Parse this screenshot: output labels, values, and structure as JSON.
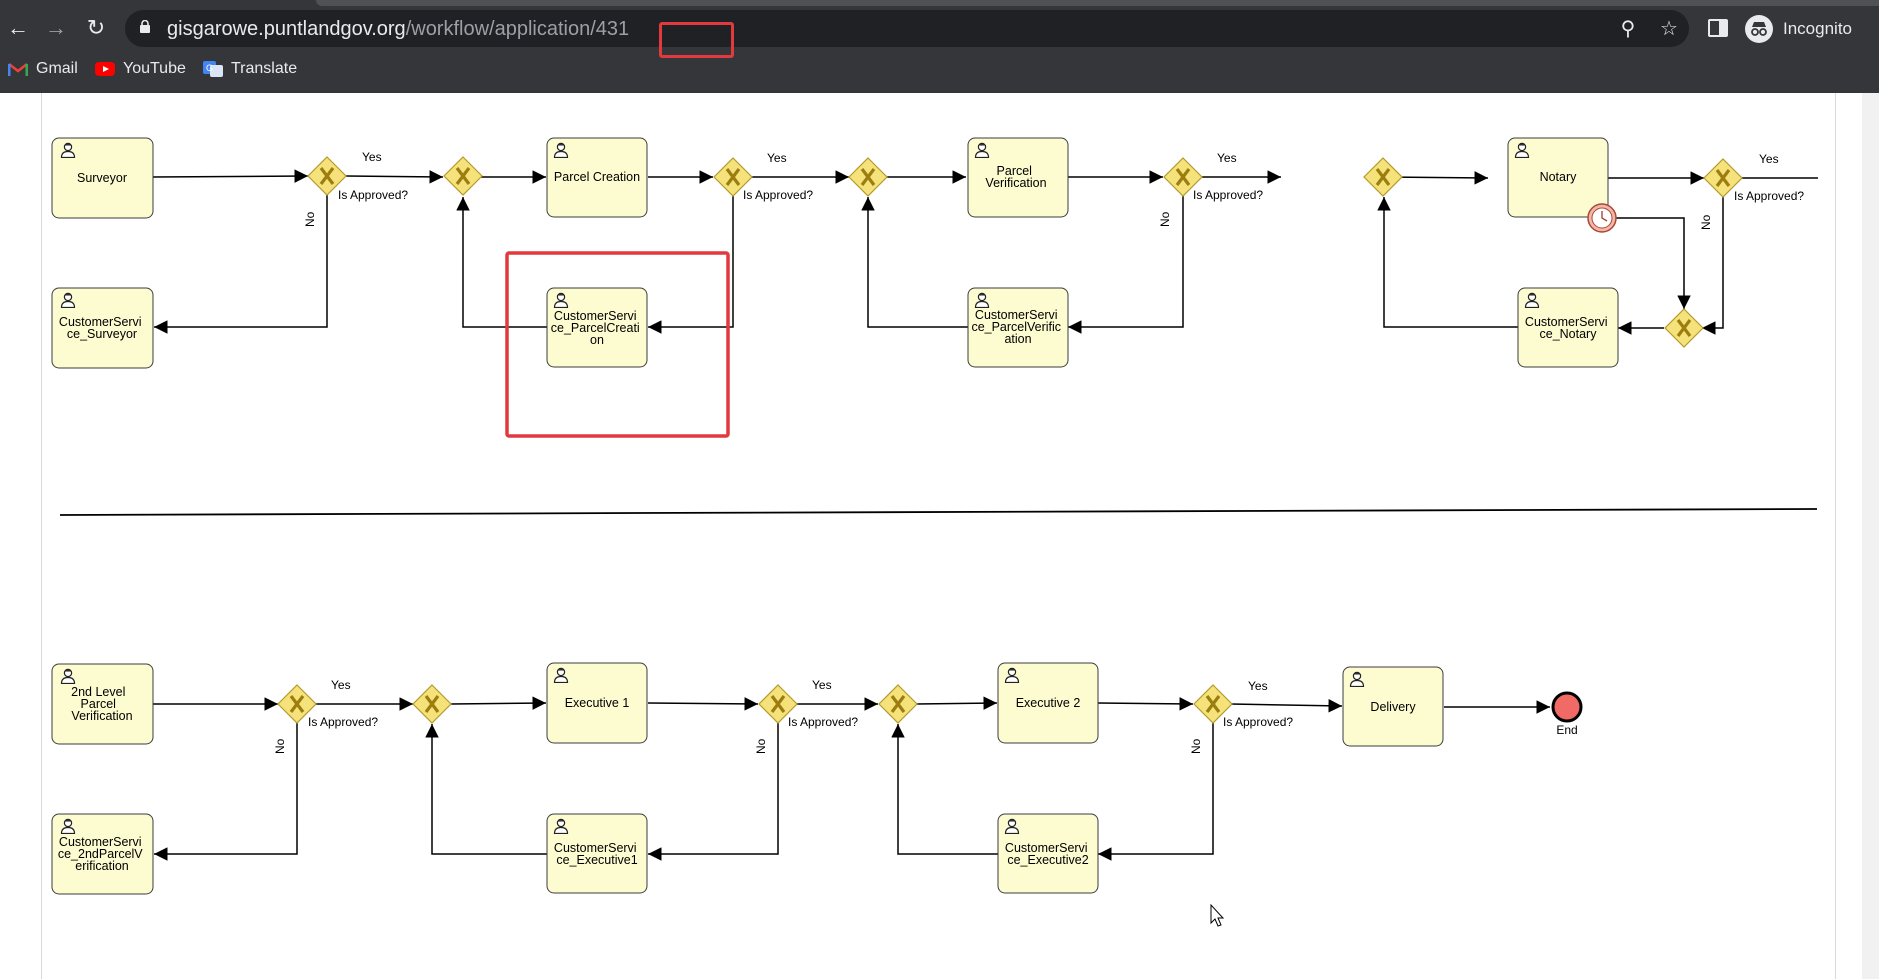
{
  "browser": {
    "url_host": "gisgarowe.puntlandgov.org",
    "url_path": "/workflow/application/431",
    "profile_label": "Incognito",
    "bookmarks": [
      {
        "label": "Gmail"
      },
      {
        "label": "YouTube"
      },
      {
        "label": "Translate"
      }
    ]
  },
  "diagram": {
    "row1": {
      "tasks": {
        "surveyor": "Surveyor",
        "cs_surveyor": [
          "CustomerServi",
          "ce_Surveyor"
        ],
        "parcel_creation": "Parcel Creation",
        "cs_parcel_creation": [
          "CustomerServi",
          "ce_ParcelCreati",
          "on"
        ],
        "parcel_verification": [
          "Parcel",
          "Verification"
        ],
        "cs_parcel_verification": [
          "CustomerServi",
          "ce_ParcelVerific",
          "ation"
        ],
        "notary": "Notary",
        "cs_notary": [
          "CustomerServi",
          "ce_Notary"
        ]
      }
    },
    "row2": {
      "tasks": {
        "second_level": [
          "2nd Level",
          "Parcel",
          "Verification"
        ],
        "cs_second_level": [
          "CustomerServi",
          "ce_2ndParcelV",
          "erification"
        ],
        "executive1": "Executive 1",
        "cs_executive1": [
          "CustomerServi",
          "ce_Executive1"
        ],
        "executive2": "Executive 2",
        "cs_executive2": [
          "CustomerServi",
          "ce_Executive2"
        ],
        "delivery": "Delivery"
      },
      "end_label": "End"
    },
    "labels": {
      "yes": "Yes",
      "no": "No",
      "is_approved": "Is Approved?"
    },
    "colors": {
      "task_fill": "#fdfbd0",
      "gateway_fill": "#f6e27a",
      "highlight": "#e0393e",
      "end_fill": "#f26a66"
    }
  }
}
